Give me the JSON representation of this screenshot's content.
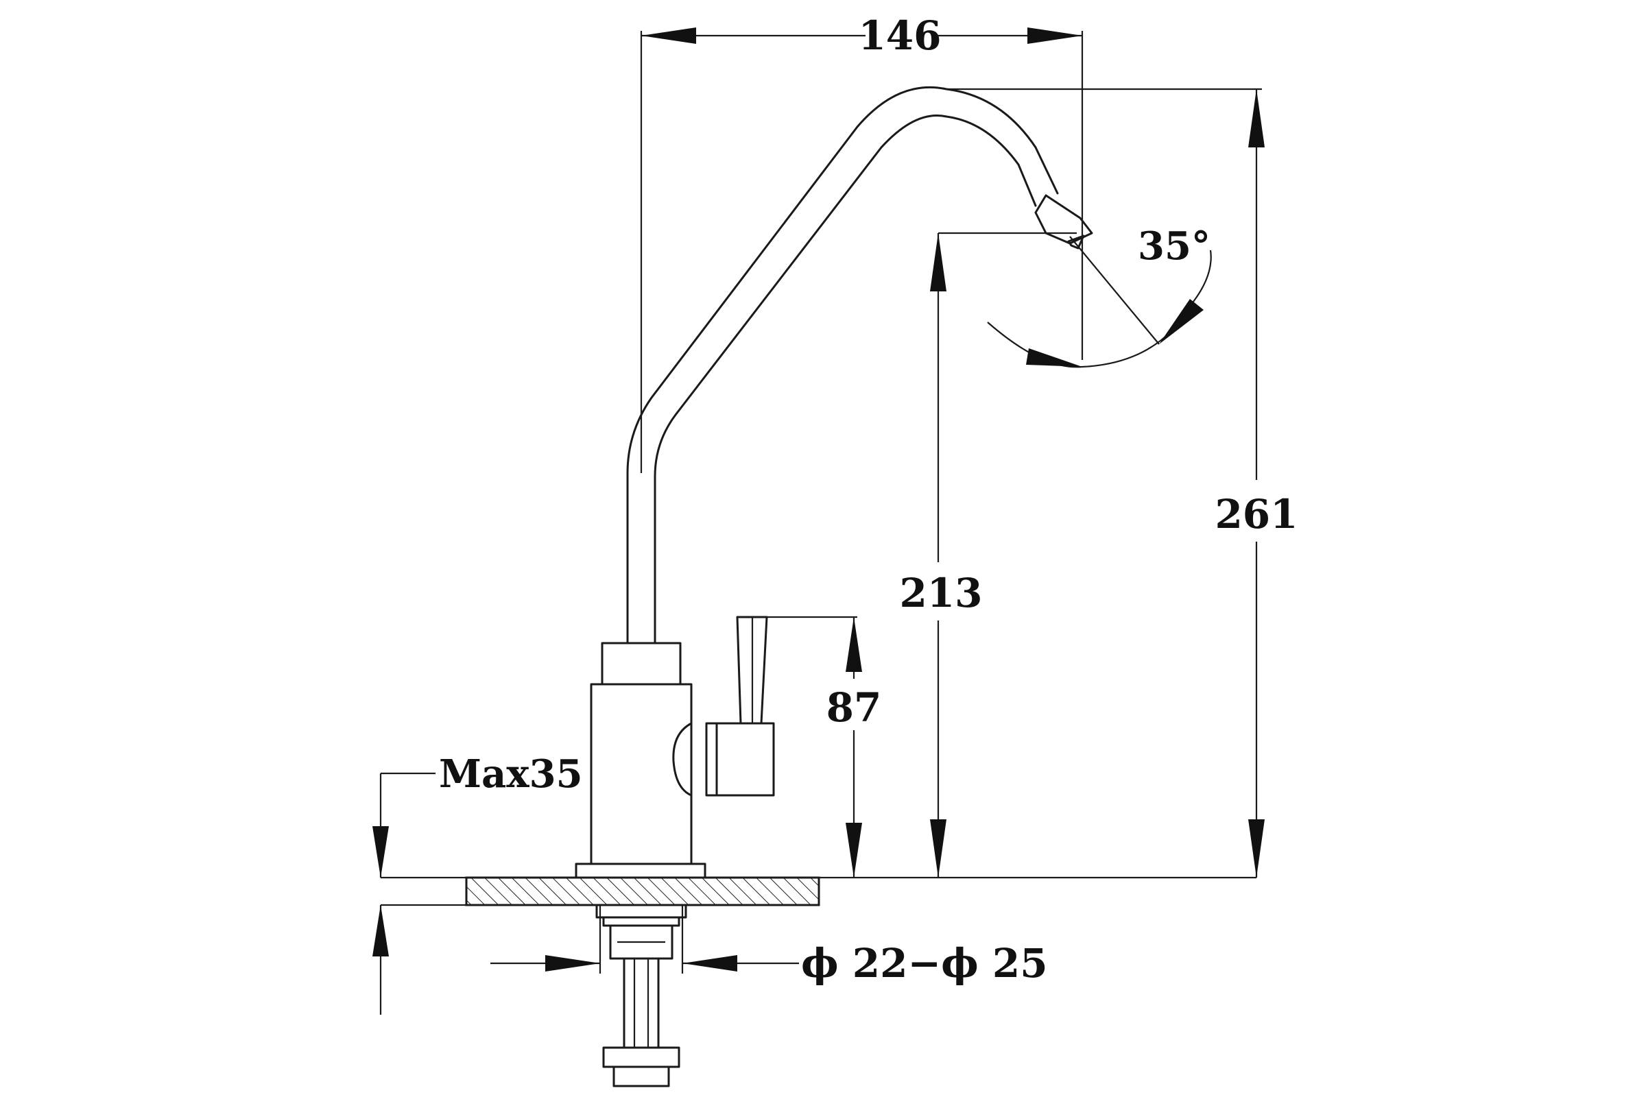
{
  "dimensions": {
    "spout_reach": "146",
    "spout_angle": "35°",
    "outlet_height": "213",
    "total_height": "261",
    "handle_height": "87",
    "max_counter_thickness": "Max35",
    "mounting_hole_diameter": "ϕ 22−ϕ 25"
  }
}
